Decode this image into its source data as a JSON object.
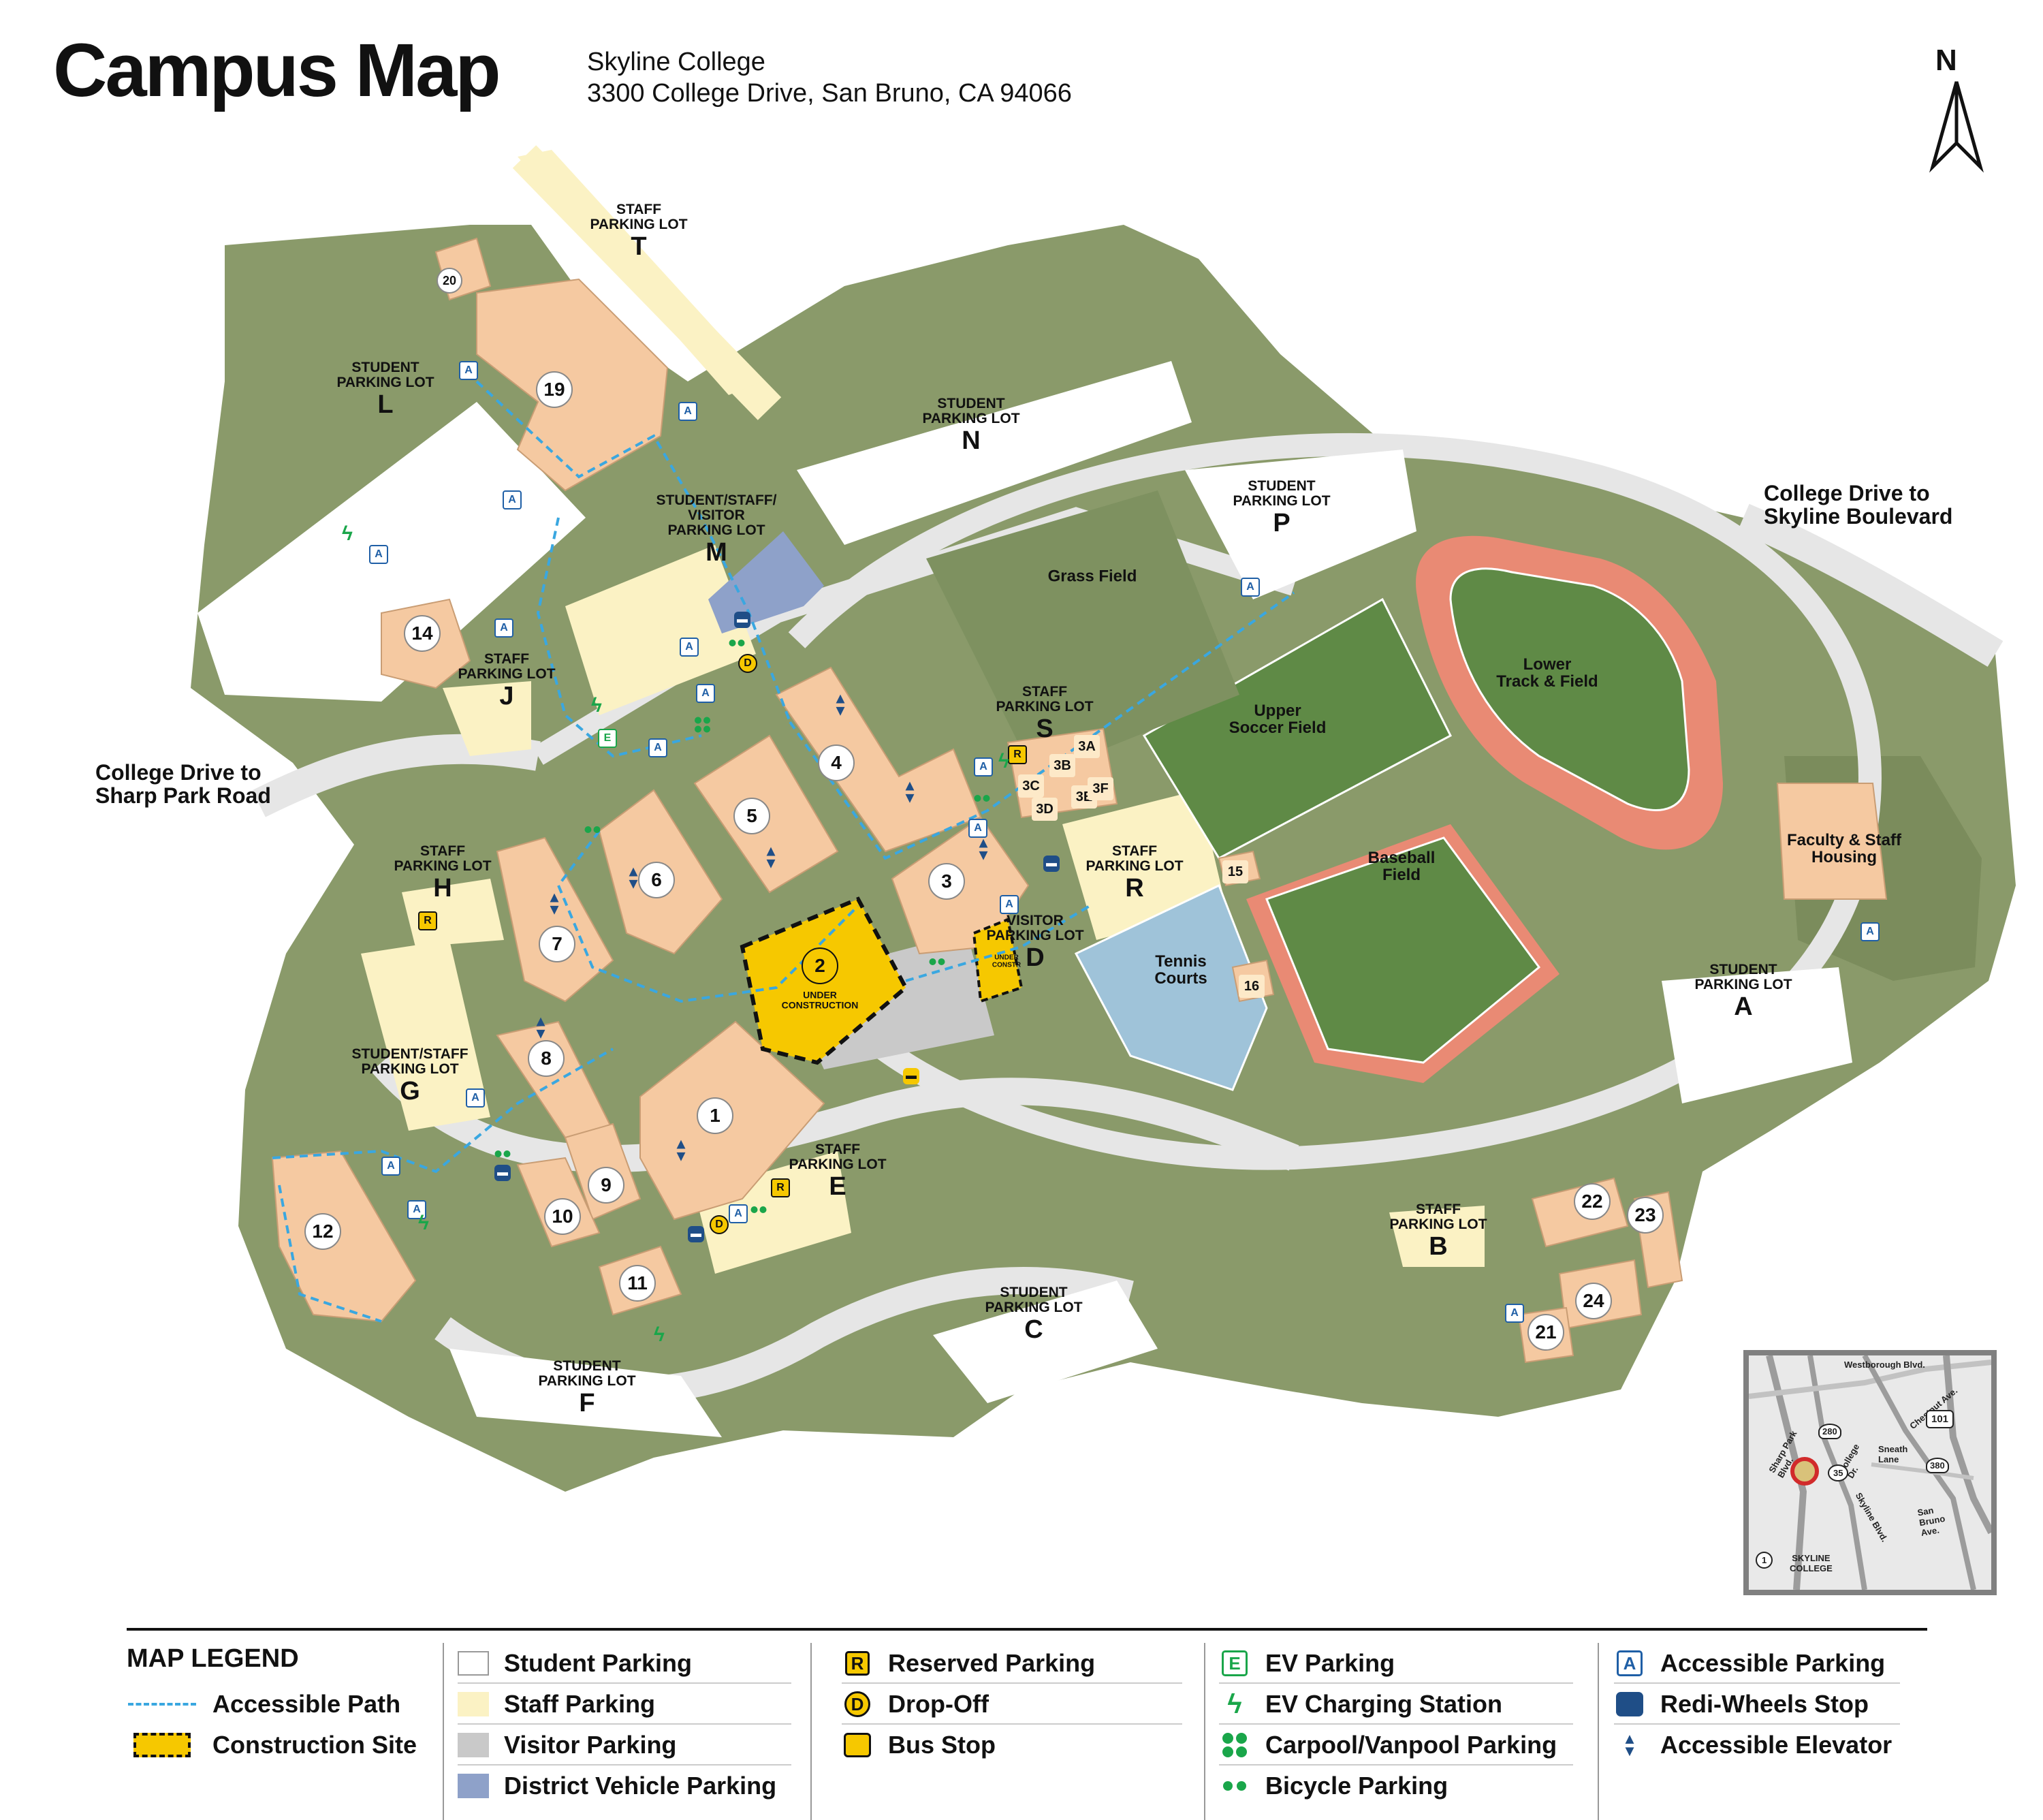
{
  "header": {
    "title": "Campus Map",
    "college": "Skyline College",
    "address": "3300 College Drive, San Bruno,  CA 94066",
    "north": "N"
  },
  "colors": {
    "terrain": "#8a9a6a",
    "terrain_dark": "#7b8c5c",
    "building": "#f5c9a1",
    "staff_parking": "#fbf2c4",
    "student_parking": "#ffffff",
    "visitor_parking": "#c9c9c9",
    "district_parking": "#8ea1c9",
    "field_green": "#5f8a46",
    "track": "#e98a74",
    "tennis": "#9fc3d9",
    "construction": "#f6c800",
    "accessible_path": "#3aa7e0"
  },
  "roads": {
    "sharp_park": "College Drive to\nSharp Park Road",
    "skyline": "College Drive to\nSkyline Boulevard"
  },
  "lots": [
    {
      "id": "lot-t",
      "text": "STAFF\nPARKING LOT",
      "letter": "T"
    },
    {
      "id": "lot-l",
      "text": "STUDENT\nPARKING LOT",
      "letter": "L"
    },
    {
      "id": "lot-n",
      "text": "STUDENT\nPARKING LOT",
      "letter": "N"
    },
    {
      "id": "lot-m",
      "text": "STUDENT/STAFF/\nVISITOR\nPARKING LOT",
      "letter": "M"
    },
    {
      "id": "lot-p",
      "text": "STUDENT\nPARKING LOT",
      "letter": "P"
    },
    {
      "id": "lot-j",
      "text": "STAFF\nPARKING LOT",
      "letter": "J"
    },
    {
      "id": "lot-s",
      "text": "STAFF\nPARKING LOT",
      "letter": "S"
    },
    {
      "id": "lot-h",
      "text": "STAFF\nPARKING LOT",
      "letter": "H"
    },
    {
      "id": "lot-r",
      "text": "STAFF\nPARKING LOT",
      "letter": "R"
    },
    {
      "id": "lot-d",
      "text": "VISITOR\nPARKING LOT",
      "letter": "D"
    },
    {
      "id": "lot-g",
      "text": "STUDENT/STAFF\nPARKING LOT",
      "letter": "G"
    },
    {
      "id": "lot-a",
      "text": "STUDENT\nPARKING LOT",
      "letter": "A"
    },
    {
      "id": "lot-e",
      "text": "STAFF\nPARKING LOT",
      "letter": "E"
    },
    {
      "id": "lot-b",
      "text": "STAFF\nPARKING LOT",
      "letter": "B"
    },
    {
      "id": "lot-c",
      "text": "STUDENT\nPARKING LOT",
      "letter": "C"
    },
    {
      "id": "lot-f",
      "text": "STUDENT\nPARKING LOT",
      "letter": "F"
    }
  ],
  "fields": {
    "grass": "Grass Field",
    "upper_soccer": "Upper\nSoccer Field",
    "lower_track": "Lower\nTrack & Field",
    "baseball": "Baseball\nField",
    "tennis": "Tennis\nCourts",
    "housing": "Faculty & Staff\nHousing"
  },
  "construction": {
    "number": "2",
    "text": "UNDER\nCONSTRUCTION",
    "small_text": "UNDER\nCONSTR"
  },
  "buildings": [
    "1",
    "3",
    "4",
    "5",
    "6",
    "7",
    "8",
    "9",
    "10",
    "11",
    "12",
    "14",
    "19",
    "20",
    "21",
    "22",
    "23",
    "24"
  ],
  "small_buildings": [
    "3A",
    "3B",
    "3C",
    "3D",
    "3E",
    "3F",
    "15",
    "16"
  ],
  "symbols": {
    "accessible": "A",
    "reserved": "R",
    "dropoff": "D",
    "ev": "E"
  },
  "inset": {
    "westborough": "Westborough Blvd.",
    "chestnut": "Chestnut Ave.",
    "sharp_park": "Sharp Park\nBlvd.",
    "college_dr": "College\nDr.",
    "sneath": "Sneath\nLane",
    "skyline": "Skyline Blvd.",
    "san_bruno": "San\nBruno\nAve.",
    "college": "SKYLINE\nCOLLEGE",
    "i280": "280",
    "us101": "101",
    "i380": "380",
    "sr35": "35",
    "sr1": "1"
  },
  "legend": {
    "title": "MAP LEGEND",
    "col1": [
      "Accessible Path",
      "Construction Site"
    ],
    "col2": [
      "Student Parking",
      "Staff Parking",
      "Visitor Parking",
      "District Vehicle Parking"
    ],
    "col3": [
      "Reserved Parking",
      "Drop-Off",
      "Bus Stop"
    ],
    "col4": [
      "EV Parking",
      "EV Charging Station",
      "Carpool/Vanpool Parking",
      "Bicycle Parking"
    ],
    "col5": [
      "Accessible Parking",
      "Redi-Wheels Stop",
      "Accessible Elevator"
    ]
  }
}
